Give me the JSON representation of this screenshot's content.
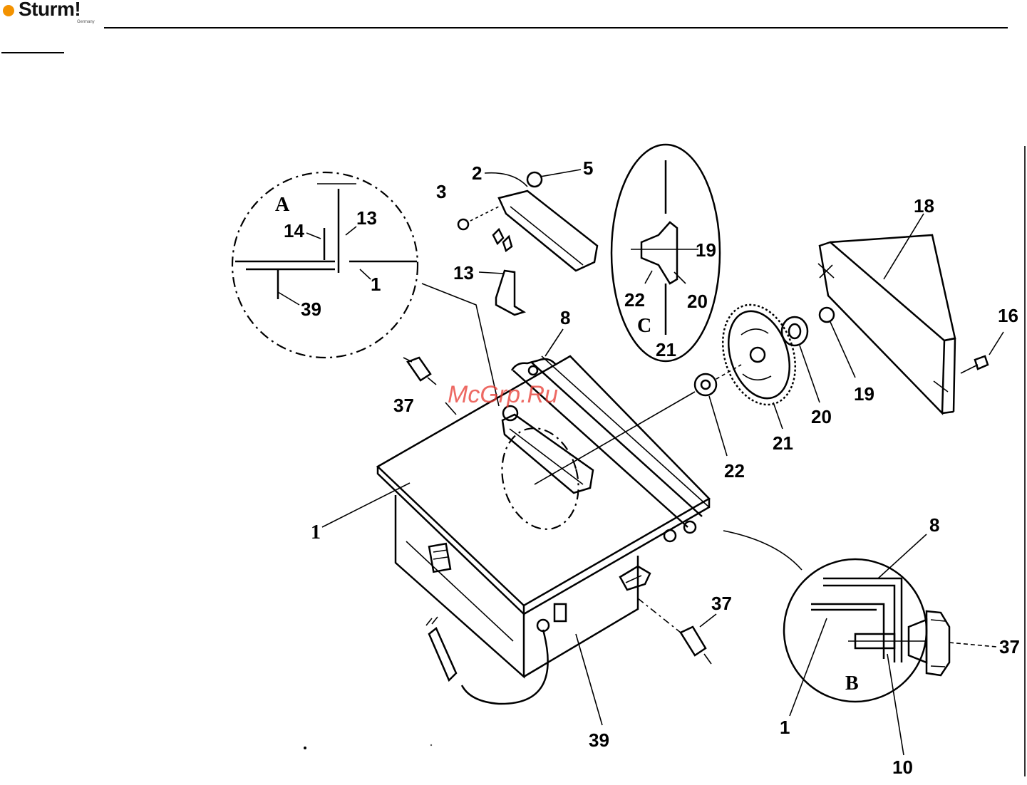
{
  "header": {
    "brand": "Sturm!",
    "brand_sub": "Germany",
    "brand_color": "#f39200"
  },
  "watermark": "McGrp.Ru",
  "detail_a": {
    "title": "A",
    "labels": [
      "14",
      "13",
      "1",
      "39"
    ]
  },
  "detail_b": {
    "title": "B",
    "labels": [
      "8",
      "37",
      "1",
      "10"
    ]
  },
  "detail_c": {
    "title": "C",
    "labels": [
      "19",
      "22",
      "20",
      "21"
    ]
  },
  "parts": {
    "p2": "2",
    "p3": "3",
    "p5": "5",
    "p13": "13",
    "p8": "8",
    "p18": "18",
    "p16": "16",
    "p19": "19",
    "p20": "20",
    "p21": "21",
    "p22": "22",
    "p37a": "37",
    "p37b": "37",
    "p1": "1",
    "p39": "39"
  }
}
